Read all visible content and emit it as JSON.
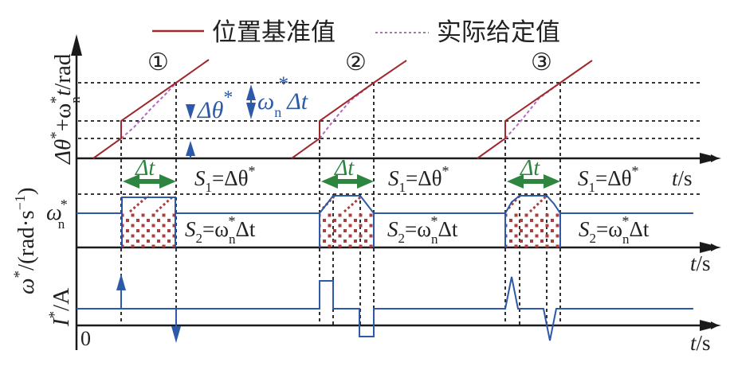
{
  "legend": {
    "items": [
      {
        "label": "位置基准值",
        "style": "solid",
        "color": "#a0282d"
      },
      {
        "label": "实际给定值",
        "style": "dotted",
        "color": "#b36ac0"
      }
    ]
  },
  "colors": {
    "axis": "#1a1a1a",
    "reference": "#a0282d",
    "actual": "#b36ac0",
    "speed": "#2c5aa8",
    "current": "#2c5aa8",
    "delta_t_arrow": "#2e8540",
    "annotation_blue": "#2c5aa8",
    "hatch": "#a94040"
  },
  "axes": {
    "top_ylabel": "Δθ*+ωn*t/rad",
    "top_ylabel_parts": {
      "a": "Δθ",
      "b": "*",
      "c": "+ω",
      "d": "n",
      "e": "*",
      "f": "t",
      "g": "/rad"
    },
    "mid_ylabel": "ω*/(rad·s⁻¹)",
    "mid_ylabel_parts": {
      "a": "ω",
      "b": "*",
      "c": "/(rad·s",
      "d": "−1",
      "e": ")"
    },
    "mid_level_label": {
      "base": "ω",
      "sub": "n",
      "sup": "*"
    },
    "bottom_ylabel": {
      "base": "I",
      "sup": "*",
      "unit": "/A"
    },
    "origin_label": "0",
    "xlabel": {
      "t": "t",
      "unit": "/s"
    }
  },
  "events": [
    {
      "marker": "①",
      "profile": "rectangular",
      "current": "impulse"
    },
    {
      "marker": "②",
      "profile": "trapezoidal",
      "current": "rectangular-pulse"
    },
    {
      "marker": "③",
      "profile": "s-curve",
      "current": "triangular-pulse"
    }
  ],
  "annotations": {
    "delta_theta": {
      "base": "Δθ",
      "sup": "*"
    },
    "omega_dt": {
      "base": "ω",
      "sub": "n",
      "sup": "*",
      "tail": "Δt"
    },
    "delta_t": "Δt",
    "s1": {
      "base": "S",
      "sub": "1",
      "eq": "=Δθ",
      "sup": "*"
    },
    "s2": {
      "base": "S",
      "sub": "2",
      "eq": "=ω",
      "sub2": "n",
      "sup": "*",
      "tail": "Δt"
    }
  }
}
